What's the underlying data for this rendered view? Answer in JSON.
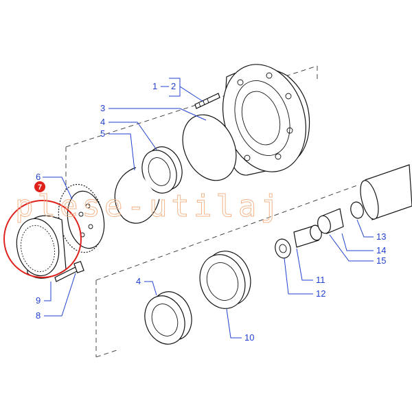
{
  "diagram": {
    "callouts": {
      "c1": "1",
      "c2": "2",
      "c3": "3",
      "c4a": "4",
      "c5": "5",
      "c6": "6",
      "c7": "7",
      "c8": "8",
      "c9": "9",
      "c4b": "4",
      "c10": "10",
      "c11": "11",
      "c12": "12",
      "c13": "13",
      "c14": "14",
      "c15": "15"
    },
    "watermark": "plese-utilaj",
    "colors": {
      "callout": "#1f3fd0",
      "highlight": "#e0201b",
      "watermark": "#f2b48a",
      "line": "#111111"
    }
  }
}
